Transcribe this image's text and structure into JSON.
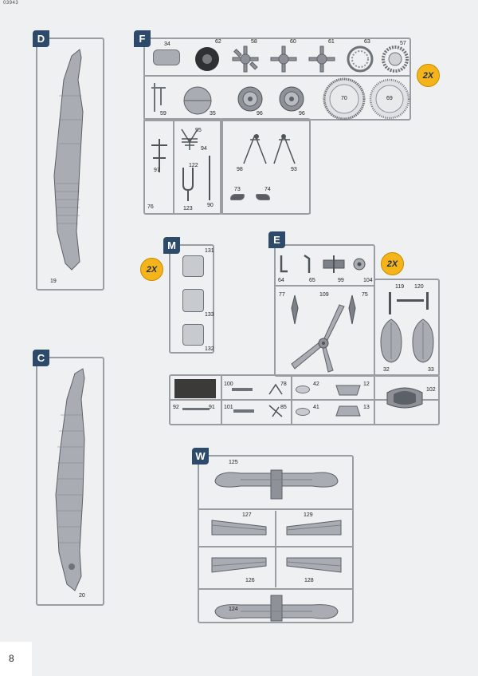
{
  "sheet_code": "03943",
  "page_number": "8",
  "multipliers": {
    "F": "2X",
    "M": "2X",
    "E": "2X"
  },
  "sprues": {
    "D": {
      "letter": "D",
      "parts": [
        "19"
      ]
    },
    "C": {
      "letter": "C",
      "parts": [
        "20"
      ]
    },
    "F": {
      "letter": "F",
      "parts": [
        "34",
        "62",
        "58",
        "60",
        "61",
        "63",
        "57",
        "59",
        "35",
        "96",
        "96",
        "70",
        "69",
        "95",
        "94",
        "97",
        "122",
        "98",
        "93",
        "76",
        "123",
        "90",
        "73",
        "74"
      ]
    },
    "M": {
      "letter": "M",
      "parts": [
        "131",
        "133",
        "132"
      ]
    },
    "E": {
      "letter": "E",
      "parts": [
        "64",
        "65",
        "99",
        "104",
        "119",
        "120",
        "77",
        "109",
        "75",
        "32",
        "33",
        "100",
        "78",
        "42",
        "12",
        "102",
        "92",
        "91",
        "101",
        "85",
        "41",
        "13"
      ]
    },
    "W": {
      "letter": "W",
      "parts": [
        "125",
        "127",
        "129",
        "126",
        "128",
        "124"
      ]
    }
  }
}
